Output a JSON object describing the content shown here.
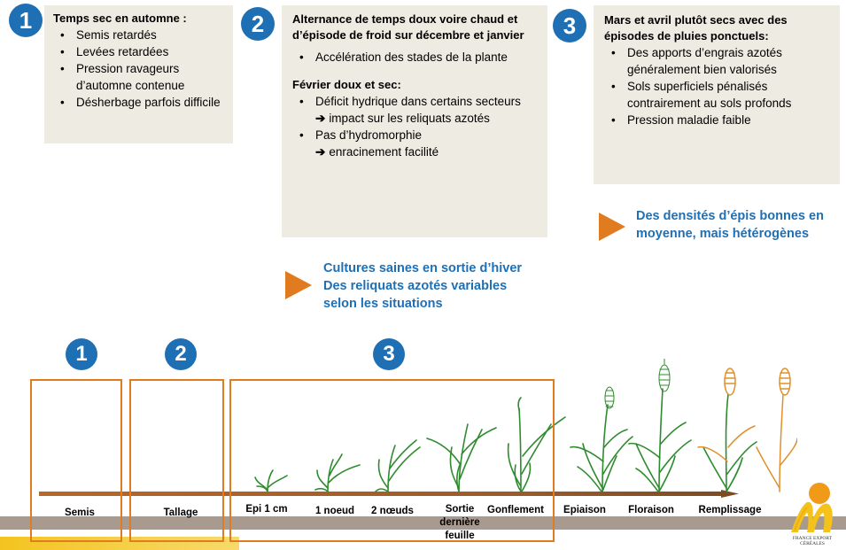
{
  "panel1": {
    "number": "1",
    "heading": "Temps sec en automne :",
    "bullets": [
      "Semis retardés",
      "Levées retardées",
      "Pression ravageurs d’automne contenue",
      "Désherbage parfois difficile"
    ]
  },
  "panel2": {
    "number": "2",
    "heading": "Alternance de temps doux voire chaud et d’épisode de froid sur décembre et janvier",
    "bullets1": [
      "Accélération des stades de la plante"
    ],
    "subheading": "Février doux et sec:",
    "bullet_a": "Déficit hydrique dans certains secteurs",
    "bullet_a_sub": "impact sur les reliquats azotés",
    "bullet_b": "Pas d’hydromorphie",
    "bullet_b_sub": "enracinement facilité"
  },
  "panel3": {
    "number": "3",
    "heading": "Mars et avril plutôt secs avec des épisodes de pluies ponctuels:",
    "bullets": [
      "Des apports d’engrais azotés généralement bien valorisés",
      "Sols superficiels pénalisés contrairement au sols profonds",
      "Pression maladie faible"
    ]
  },
  "conclusion_middle": {
    "line1": "Cultures saines en sortie d’hiver",
    "line2": "Des reliquats azotés variables",
    "line3": "selon les situations"
  },
  "conclusion_right": {
    "line1": "Des densités d’épis bonnes en",
    "line2": "moyenne, mais hétérogènes"
  },
  "stage_numbers": [
    "1",
    "2",
    "3"
  ],
  "stages": {
    "semis": "Semis",
    "tallage": "Tallage",
    "epi1cm": "Epi 1 cm",
    "noeud1": "1 noeud",
    "noeuds2": "2 nœuds",
    "sortie": "Sortie dernière feuille",
    "gonflement": "Gonflement",
    "epiaison": "Epiaison",
    "floraison": "Floraison",
    "remplissage": "Remplissage"
  },
  "logo": {
    "line1": "FRANCE EXPORT",
    "line2": "CÉRÉALES"
  },
  "colors": {
    "accent_blue": "#1f6fb4",
    "orange": "#e07b20",
    "box_bg": "#eeebe2",
    "plant_green": "#2e8b2e",
    "ripe": "#e0902a"
  }
}
